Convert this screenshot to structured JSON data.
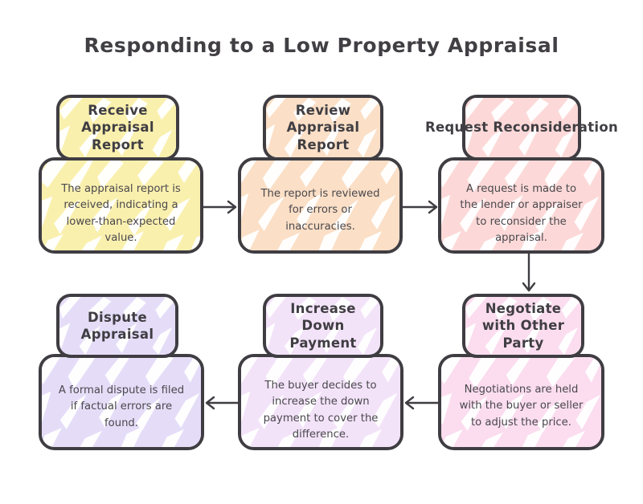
{
  "diagram": {
    "title": "Responding to a Low Property Appraisal",
    "type": "flowchart",
    "background_color": "#FFFFFF",
    "outline_color": "#3F3D42",
    "title_color": "#413F44",
    "body_text_color": "#4A484D"
  },
  "nodes": [
    {
      "id": "receive-appraisal-report",
      "order": 1,
      "heading": "Receive\nAppraisal\nReport",
      "description": "The appraisal report is\nreceived, indicating a\nlower-than-expected\nvalue.",
      "color": "#FAF0AE",
      "row": 1,
      "column": 1
    },
    {
      "id": "review-appraisal-report",
      "order": 2,
      "heading": "Review\nAppraisal\nReport",
      "description": "The report is reviewed\nfor errors or\ninaccuracies.",
      "color": "#FBDFC6",
      "row": 1,
      "column": 2
    },
    {
      "id": "request-reconsideration",
      "order": 3,
      "heading": "Request\nReconsideration",
      "description": "A request is made to\nthe lender or appraiser\nto reconsider the\nappraisal.",
      "color": "#FCD9D8",
      "row": 1,
      "column": 3
    },
    {
      "id": "negotiate-with-other-party",
      "order": 4,
      "heading": "Negotiate\nwith Other\nParty",
      "description": "Negotiations are held\nwith the buyer or seller\nto adjust the price.",
      "color": "#FBDDEF",
      "row": 2,
      "column": 3
    },
    {
      "id": "increase-down-payment",
      "order": 5,
      "heading": "Increase\nDown\nPayment",
      "description": "The buyer decides to\nincrease the down\npayment to cover the\ndifference.",
      "color": "#F3E3F9",
      "row": 2,
      "column": 2
    },
    {
      "id": "dispute-appraisal",
      "order": 6,
      "heading": "Dispute\nAppraisal",
      "description": "A formal dispute is filed\nif factual errors are\nfound.",
      "color": "#E5DDF8",
      "row": 2,
      "column": 1
    }
  ],
  "connectors": [
    {
      "id": "c1",
      "from": "receive-appraisal-report",
      "to": "review-appraisal-report",
      "direction": "right"
    },
    {
      "id": "c2",
      "from": "review-appraisal-report",
      "to": "request-reconsideration",
      "direction": "right"
    },
    {
      "id": "c3",
      "from": "request-reconsideration",
      "to": "negotiate-with-other-party",
      "direction": "down"
    },
    {
      "id": "c4",
      "from": "negotiate-with-other-party",
      "to": "increase-down-payment",
      "direction": "left"
    },
    {
      "id": "c5",
      "from": "increase-down-payment",
      "to": "dispute-appraisal",
      "direction": "left"
    }
  ]
}
